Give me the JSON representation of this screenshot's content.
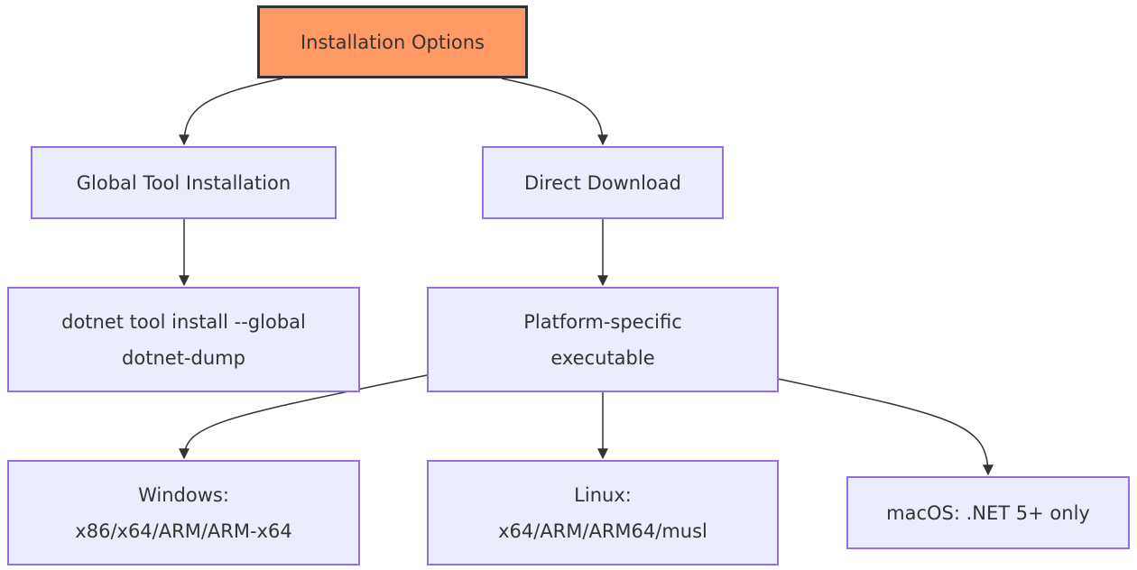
{
  "diagram": {
    "nodes": {
      "root": {
        "lines": [
          "Installation Options"
        ],
        "fill": "#ff9966",
        "stroke": "#333333"
      },
      "global_tool": {
        "lines": [
          "Global Tool Installation"
        ]
      },
      "direct_download": {
        "lines": [
          "Direct Download"
        ]
      },
      "dotnet_tool_cmd": {
        "lines": [
          "dotnet tool install --global",
          "dotnet-dump"
        ]
      },
      "platform_exec": {
        "lines": [
          "Platform-specific",
          "executable"
        ]
      },
      "windows": {
        "lines": [
          "Windows:",
          "x86/x64/ARM/ARM-x64"
        ]
      },
      "linux": {
        "lines": [
          "Linux:",
          "x64/ARM/ARM64/musl"
        ]
      },
      "macos": {
        "lines": [
          "macOS: .NET 5+ only"
        ]
      }
    },
    "edges": [
      {
        "from": "root",
        "to": "global_tool"
      },
      {
        "from": "root",
        "to": "direct_download"
      },
      {
        "from": "global_tool",
        "to": "dotnet_tool_cmd"
      },
      {
        "from": "direct_download",
        "to": "platform_exec"
      },
      {
        "from": "platform_exec",
        "to": "windows"
      },
      {
        "from": "platform_exec",
        "to": "linux"
      },
      {
        "from": "platform_exec",
        "to": "macos"
      }
    ],
    "colors": {
      "node_fill": "#ececff",
      "node_stroke": "#9370db",
      "edge": "#333333",
      "text": "#333333"
    }
  }
}
